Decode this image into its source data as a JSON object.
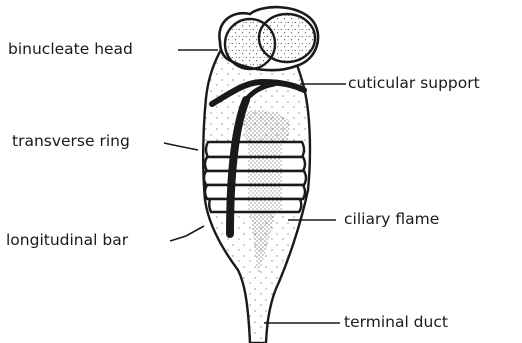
{
  "labels": {
    "head": "binucleate head",
    "support": "cuticular support",
    "ring": "transverse ring",
    "flame": "ciliary flame",
    "bar": "longitudinal bar",
    "duct": "terminal duct"
  },
  "colors": {
    "ink": "#1a1a1a",
    "background": "#ffffff"
  }
}
